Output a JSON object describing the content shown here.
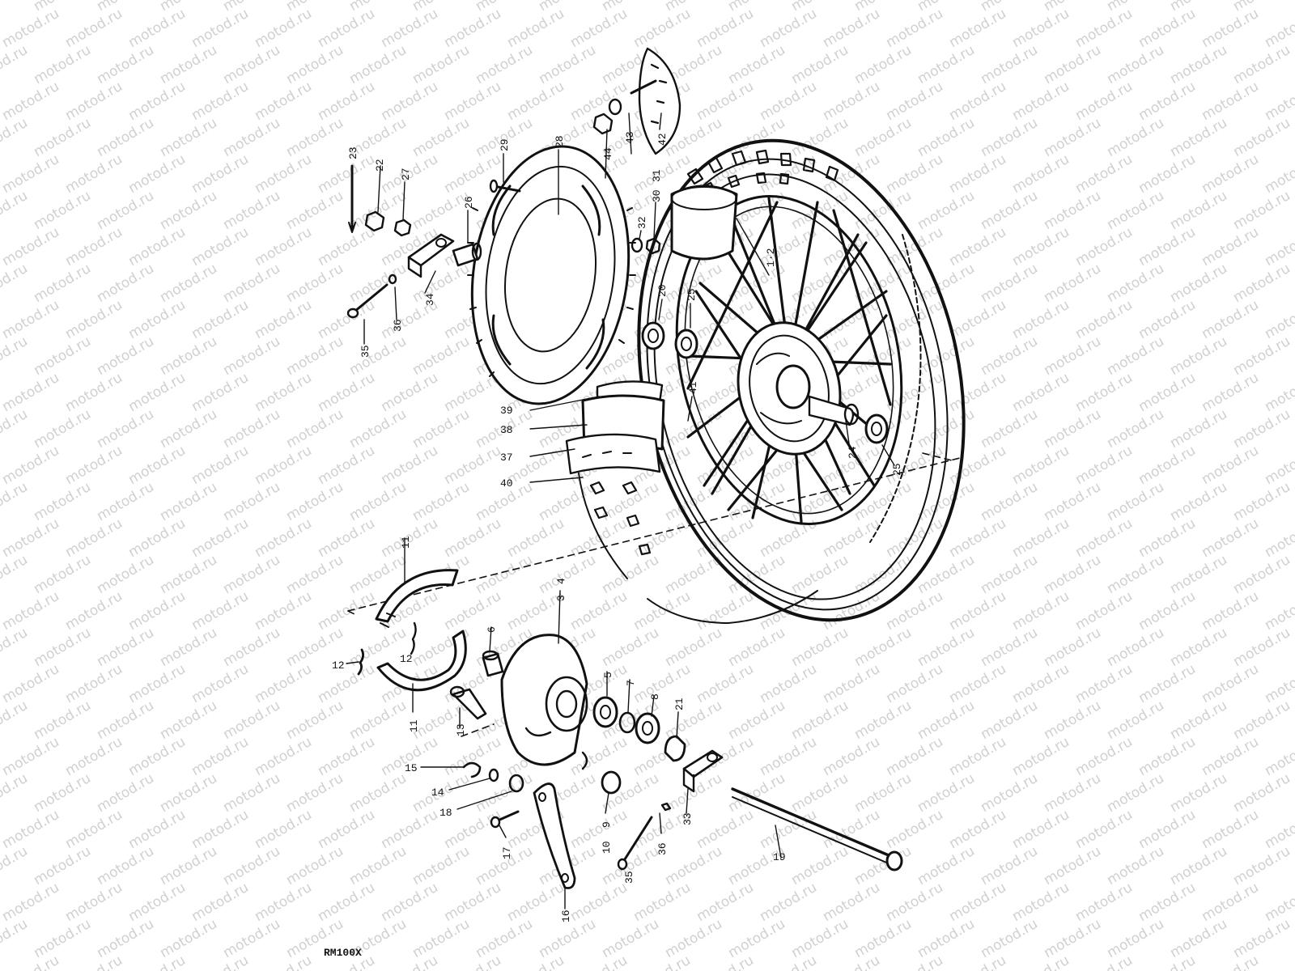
{
  "watermark": "motod.ru",
  "diagram_code": "RM100X",
  "callouts": [
    {
      "id": "1-2",
      "text": "1·2"
    },
    {
      "id": "3",
      "text": "3"
    },
    {
      "id": "4",
      "text": "4"
    },
    {
      "id": "5",
      "text": "5"
    },
    {
      "id": "6",
      "text": "6"
    },
    {
      "id": "7",
      "text": "7"
    },
    {
      "id": "8",
      "text": "8"
    },
    {
      "id": "9",
      "text": "9"
    },
    {
      "id": "10",
      "text": "10"
    },
    {
      "id": "11a",
      "text": "11"
    },
    {
      "id": "11b",
      "text": "11"
    },
    {
      "id": "12a",
      "text": "12"
    },
    {
      "id": "12b",
      "text": "12"
    },
    {
      "id": "13",
      "text": "13"
    },
    {
      "id": "14",
      "text": "14"
    },
    {
      "id": "15",
      "text": "15"
    },
    {
      "id": "16",
      "text": "16"
    },
    {
      "id": "17",
      "text": "17"
    },
    {
      "id": "18",
      "text": "18"
    },
    {
      "id": "19",
      "text": "19"
    },
    {
      "id": "20",
      "text": "20"
    },
    {
      "id": "21",
      "text": "21"
    },
    {
      "id": "22",
      "text": "22"
    },
    {
      "id": "23",
      "text": "23"
    },
    {
      "id": "24",
      "text": "24"
    },
    {
      "id": "25a",
      "text": "25"
    },
    {
      "id": "25b",
      "text": "25"
    },
    {
      "id": "26",
      "text": "26"
    },
    {
      "id": "27",
      "text": "27"
    },
    {
      "id": "28",
      "text": "28"
    },
    {
      "id": "29",
      "text": "29"
    },
    {
      "id": "30",
      "text": "30"
    },
    {
      "id": "31",
      "text": "31"
    },
    {
      "id": "32",
      "text": "32"
    },
    {
      "id": "33",
      "text": "33"
    },
    {
      "id": "34",
      "text": "34"
    },
    {
      "id": "35a",
      "text": "35"
    },
    {
      "id": "35b",
      "text": "35"
    },
    {
      "id": "36a",
      "text": "36"
    },
    {
      "id": "36b",
      "text": "36"
    },
    {
      "id": "37",
      "text": "37"
    },
    {
      "id": "38",
      "text": "38"
    },
    {
      "id": "39",
      "text": "39"
    },
    {
      "id": "40",
      "text": "40"
    },
    {
      "id": "41",
      "text": "41"
    },
    {
      "id": "42",
      "text": "42"
    },
    {
      "id": "43",
      "text": "43"
    },
    {
      "id": "44",
      "text": "44"
    }
  ]
}
